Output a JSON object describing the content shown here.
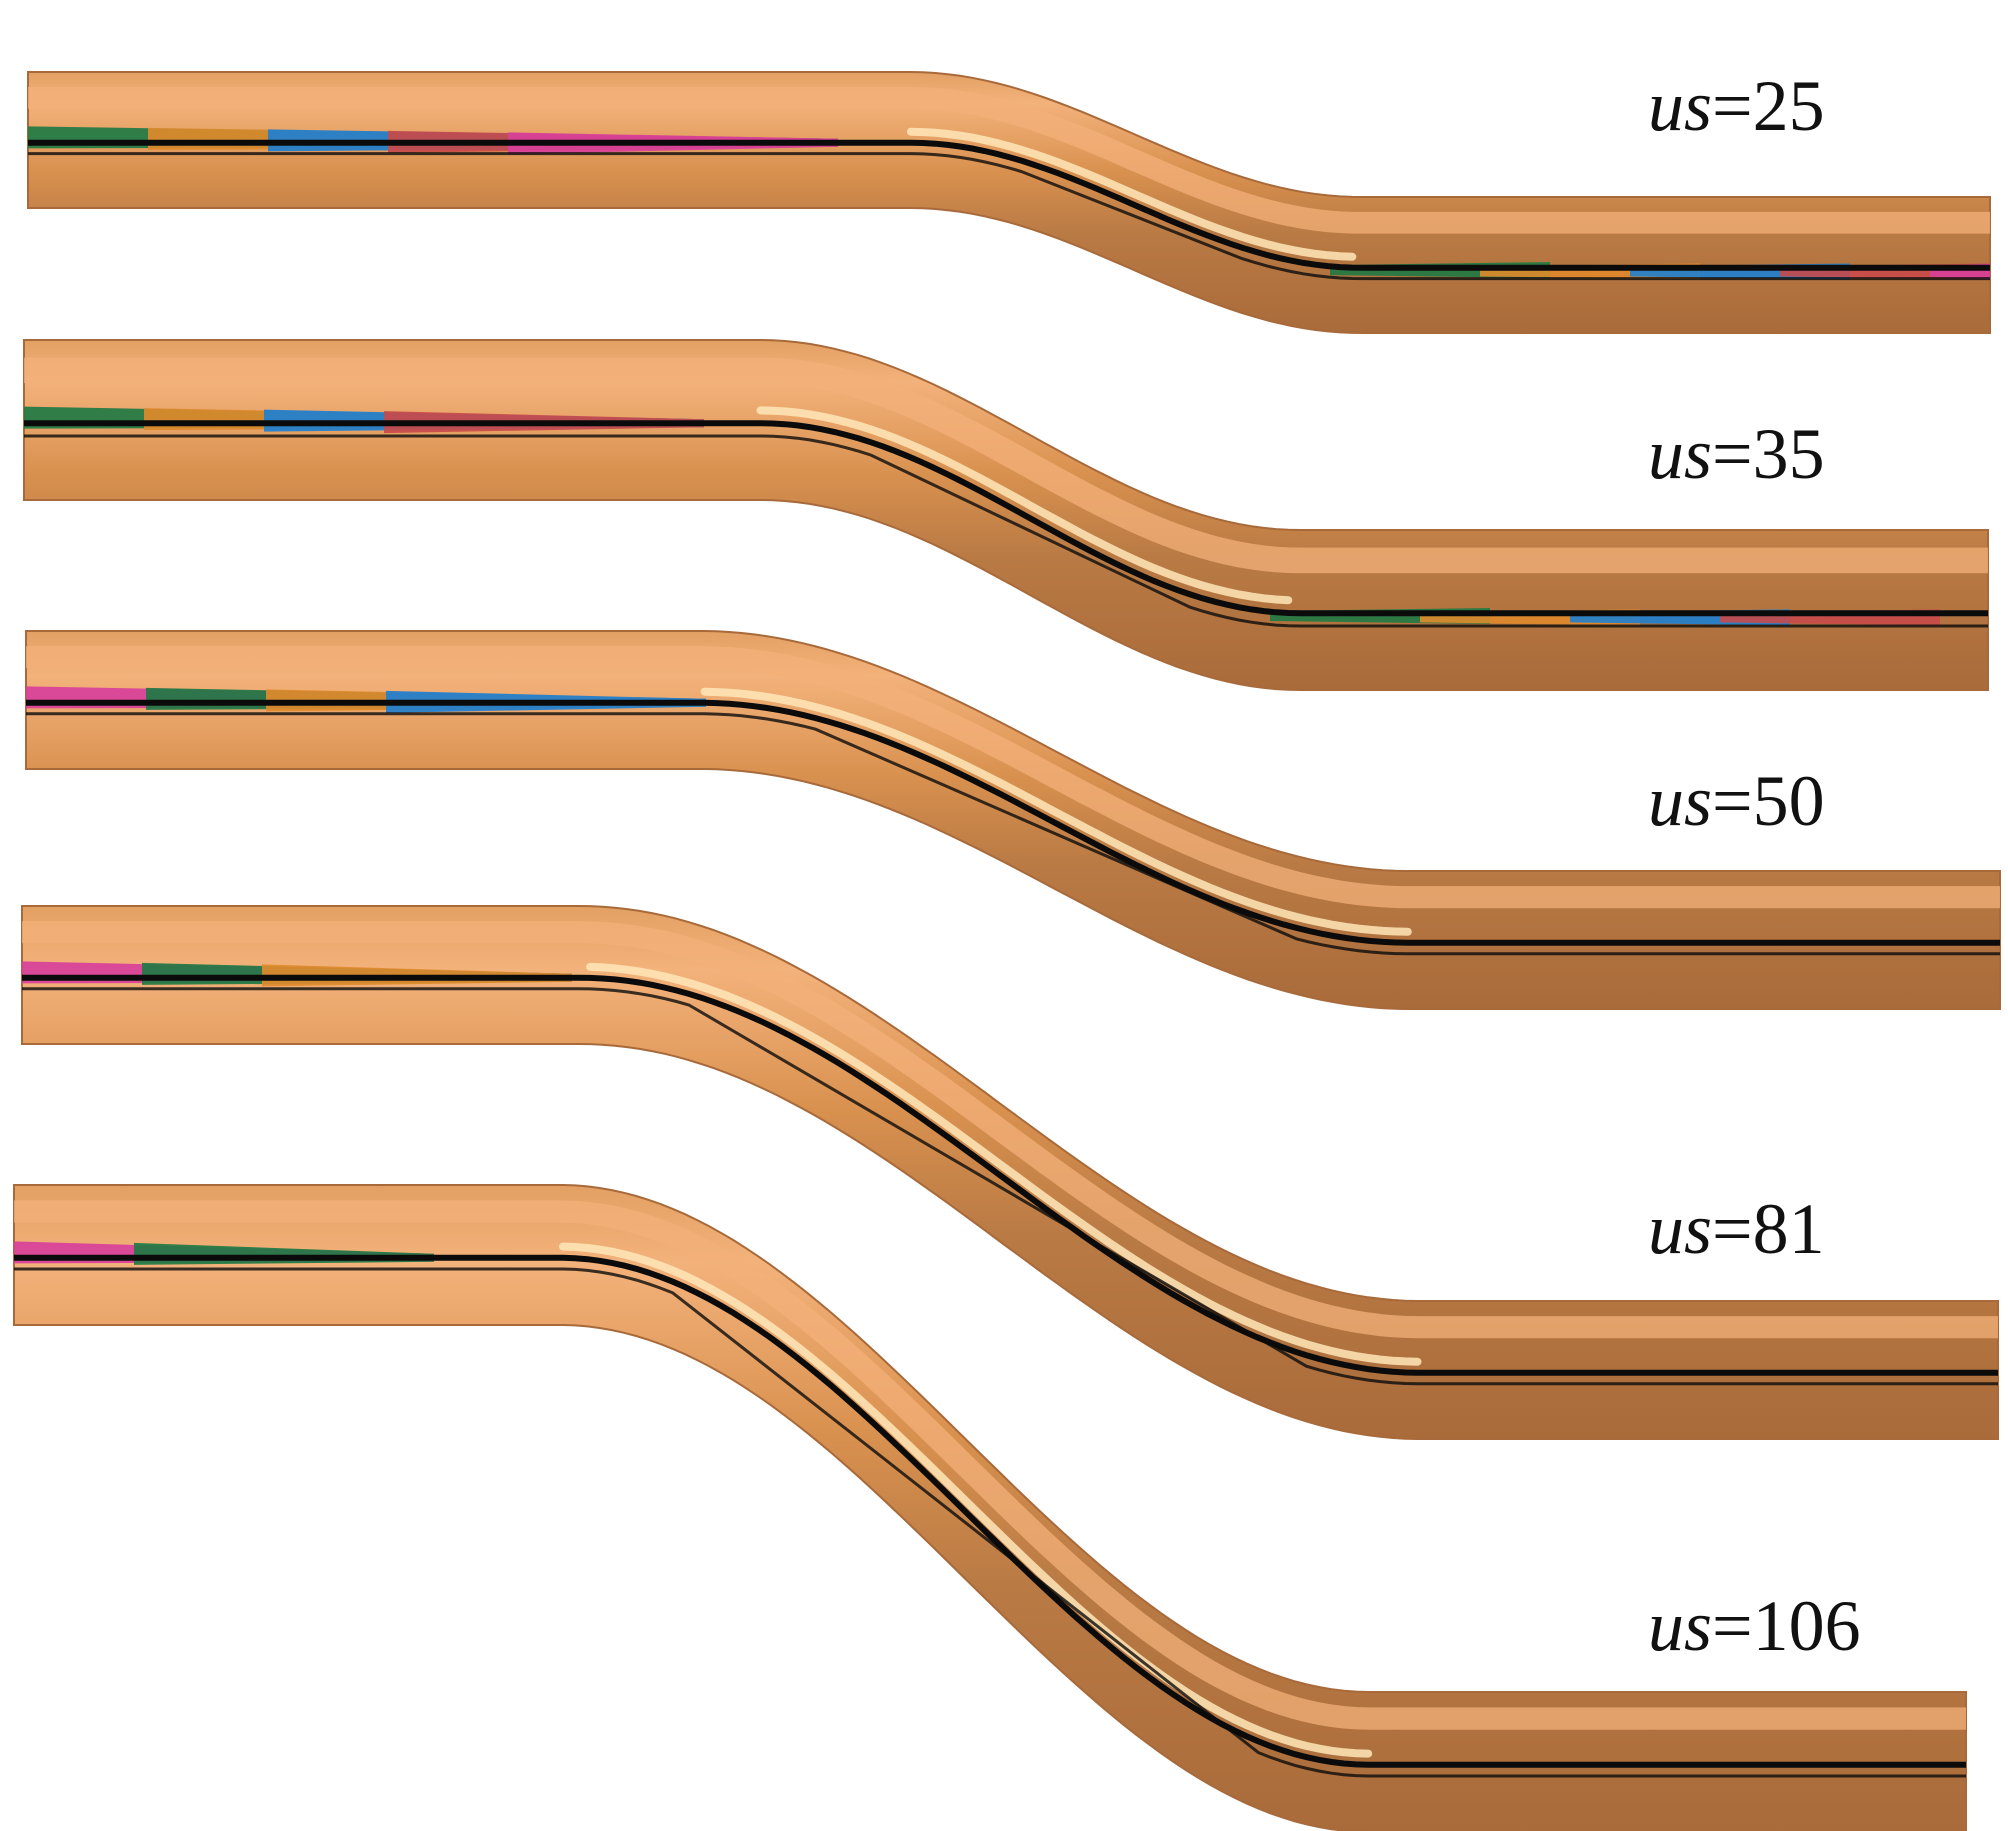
{
  "colors": {
    "tube_light": "#f3b07a",
    "tube_mid": "#d48d52",
    "tube_dark": "#a86a3a",
    "highlight": "#ffe6b8",
    "seam": "#0b0b0b",
    "label": "#111111",
    "strand_palette": [
      "#1f7a44",
      "#e08a2c",
      "#1e7fd0",
      "#c94a4a",
      "#d8409a"
    ]
  },
  "panels": [
    {
      "label_var": "us",
      "label_eq": "=",
      "label_value": "25",
      "strands": [
        "#1f7a44",
        "#e08a2c",
        "#1e7fd0",
        "#c94a4a",
        "#d8409a"
      ]
    },
    {
      "label_var": "us",
      "label_eq": "=",
      "label_value": "35",
      "strands": [
        "#1f7a44",
        "#e08a2c",
        "#1e7fd0",
        "#c94a4a"
      ]
    },
    {
      "label_var": "us",
      "label_eq": "=",
      "label_value": "50",
      "strands": [
        "#d8409a",
        "#1f7a44",
        "#e08a2c",
        "#1e7fd0"
      ]
    },
    {
      "label_var": "us",
      "label_eq": "=",
      "label_value": "81",
      "strands": [
        "#d8409a",
        "#1f7a44",
        "#e08a2c"
      ]
    },
    {
      "label_var": "us",
      "label_eq": "=",
      "label_value": "106",
      "strands": [
        "#d8409a",
        "#1f7a44"
      ]
    }
  ]
}
